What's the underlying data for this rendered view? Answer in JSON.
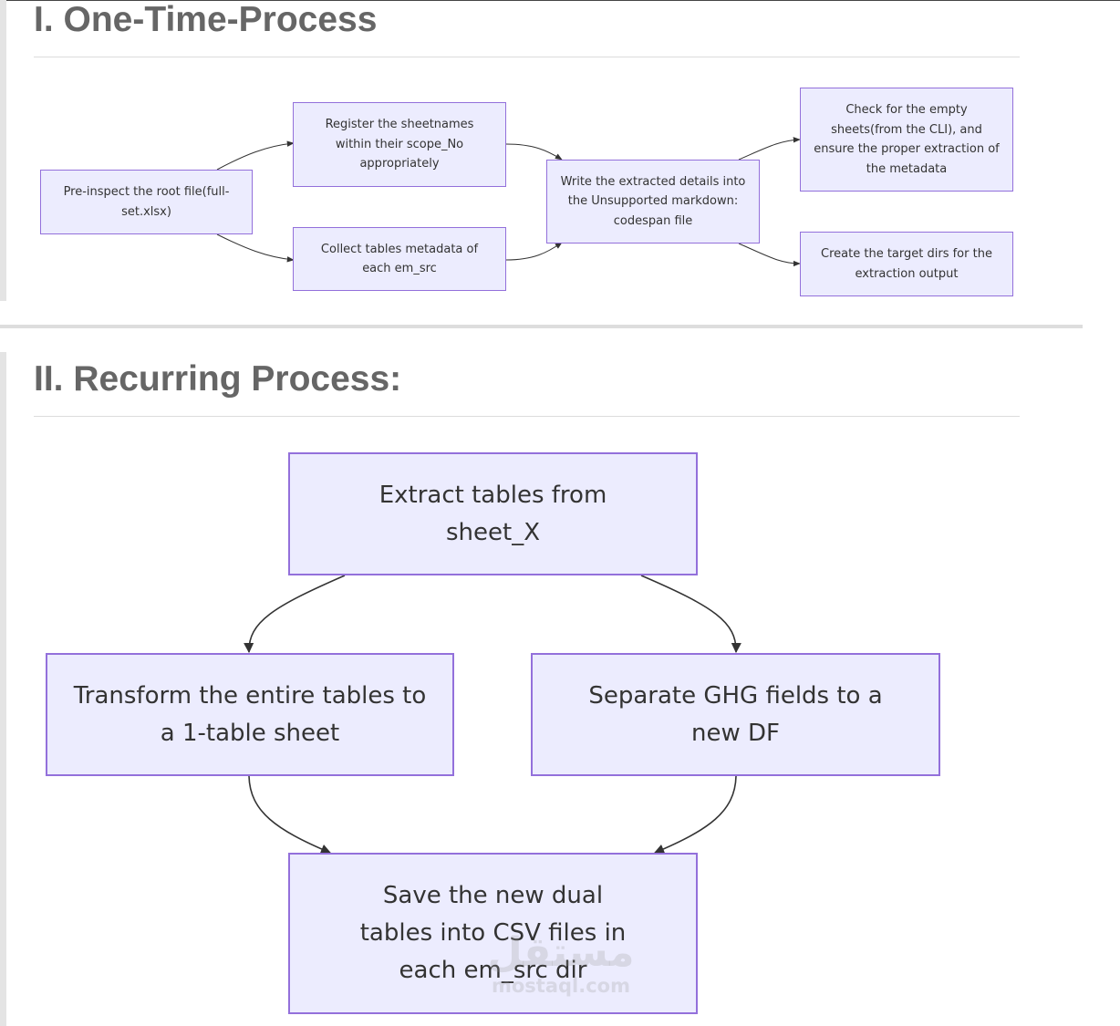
{
  "sections": [
    {
      "heading": "I. One-Time-Process"
    },
    {
      "heading": "II. Recurring Process:"
    }
  ],
  "one_time_flow": {
    "nodes": {
      "pre_inspect": "Pre-inspect the root file(full-set.xlsx)",
      "register_sheetnames": "Register the sheetnames within their scope_No appropriately",
      "collect_metadata": "Collect tables metadata of each em_src",
      "write_details": "Write the extracted details into the Unsupported markdown: codespan file",
      "check_empty": "Check for the empty sheets(from the CLI), and ensure the proper extraction of the metadata",
      "create_dirs": "Create the target dirs for the extraction output"
    }
  },
  "recurring_flow": {
    "nodes": {
      "extract_tables": "Extract tables from sheet_X",
      "transform_tables": "Transform the entire tables to a 1-table sheet",
      "separate_ghg": "Separate GHG fields to a new DF",
      "save_tables": "Save the new dual tables into CSV files in each em_src dir"
    }
  },
  "watermark": {
    "arabic": "مستقل",
    "latin": "mostaql.com"
  },
  "colors": {
    "node_fill": "#ececfe",
    "node_border": "#9370db",
    "edge": "#333333",
    "heading": "#666666"
  }
}
